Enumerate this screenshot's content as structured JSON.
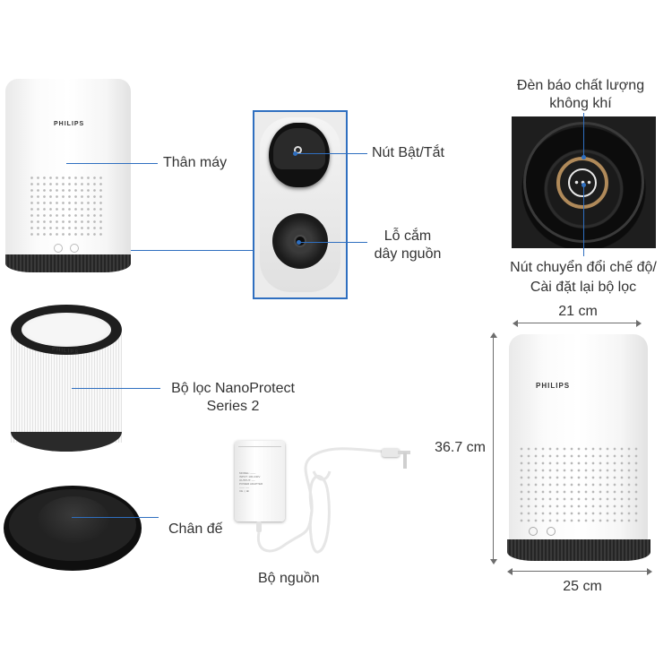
{
  "labels": {
    "body": "Thân máy",
    "power_switch": "Nút Bật/Tắt",
    "power_socket_line1": "Lỗ cắm",
    "power_socket_line2": "dây nguồn",
    "air_quality_line1": "Đèn báo chất lượng",
    "air_quality_line2": "không khí",
    "mode_switch_line1": "Nút chuyển đổi chế độ/",
    "mode_switch_line2": "Cài đặt lại bộ lọc",
    "filter_line1": "Bộ lọc NanoProtect",
    "filter_line2": "Series 2",
    "base": "Chân đế",
    "adapter": "Bộ nguồn"
  },
  "brand": "PHILIPS",
  "dimensions": {
    "top_width": "21 cm",
    "height": "36.7 cm",
    "bottom_width": "25 cm"
  },
  "colors": {
    "callout_line": "#2f6fc0",
    "dimension_line": "#6d6d6d",
    "text": "#333333"
  },
  "icons": [
    "power-switch-icon",
    "power-socket-icon",
    "mode-ring-icon"
  ]
}
